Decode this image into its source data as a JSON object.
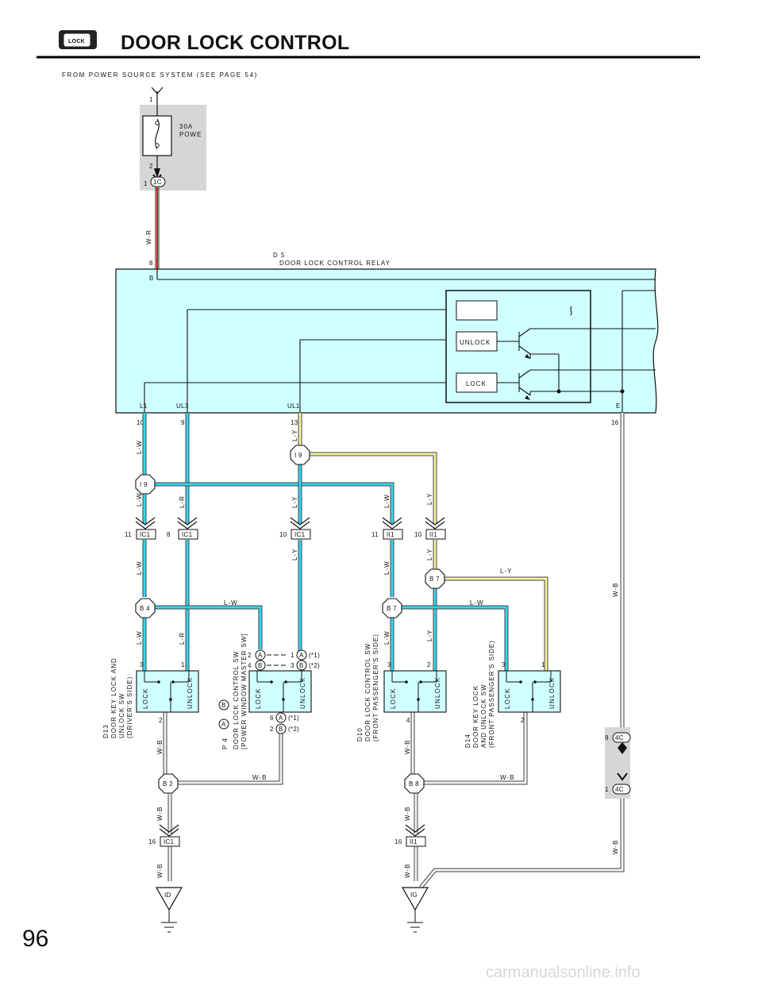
{
  "header": {
    "title": "DOOR LOCK CONTROL",
    "badge_text": "LOCK",
    "page_number": "96"
  },
  "source_note": "FROM POWER SOURCE SYSTEM (SEE PAGE 54)",
  "watermark": "carmanualsonline.info",
  "fuse": {
    "pin_top": "1",
    "pin_bottom": "2",
    "rating": "30A",
    "name": "POWE",
    "connector": "1C",
    "connector_pin": "1",
    "wire": "W-R"
  },
  "relay": {
    "id": "D 5",
    "name": "DOOR LOCK CONTROL RELAY",
    "pin_b_num": "8",
    "pin_b": "B",
    "unlock_label": "UNLOCK",
    "lock_label": "LOCK",
    "terminals": [
      {
        "name": "L1",
        "num": "10"
      },
      {
        "name": "UL3",
        "num": "9"
      },
      {
        "name": "UL1",
        "num": "13"
      },
      {
        "name": "E",
        "num": "16"
      }
    ]
  },
  "splices": {
    "i9a": "I 9",
    "i9b": "I 9",
    "b4": "B 4",
    "b7a": "B 7",
    "b7b": "B 7",
    "b2": "B 2",
    "b8": "B 8"
  },
  "connectors": {
    "ic1_11": {
      "num": "11",
      "name": "IC1"
    },
    "ic1_8": {
      "num": "8",
      "name": "IC1"
    },
    "ic1_10": {
      "num": "10",
      "name": "IC1"
    },
    "ii1_11": {
      "num": "11",
      "name": "II1"
    },
    "ii1_10": {
      "num": "10",
      "name": "II1"
    },
    "ic1_16": {
      "num": "16",
      "name": "IC1"
    },
    "ii1_16": {
      "num": "16",
      "name": "II1"
    },
    "c4c_9": {
      "num": "9",
      "name": "4C"
    },
    "c4c_1": {
      "num": "1",
      "name": "4C"
    }
  },
  "wires": {
    "lw": "L-W",
    "lr": "L-R",
    "ly": "L-Y",
    "wb": "W-B"
  },
  "switches": {
    "d13": {
      "id": "D13",
      "name1": "DOOR KEY LOCK AND",
      "name2": "UNLOCK SW",
      "name3": "(DRIVER'S SIDE)",
      "lock": "LOCK",
      "unlock": "UNLOCK",
      "pin_lock": "3",
      "pin_unlock": "1",
      "pin_gnd": "2"
    },
    "p4": {
      "id": "P 4",
      "conn_a": "A",
      "conn_b": "B",
      "name1": "DOOR LOCK CONTROL SW",
      "name2": "[POWER WINDOW MASTER SW]",
      "lock": "LOCK",
      "unlock": "UNLOCK",
      "pins_a": [
        "2",
        "1",
        "6"
      ],
      "pins_b": [
        "4",
        "3",
        "2"
      ],
      "note1": "(*1)",
      "note2": "(*2)"
    },
    "d10": {
      "id": "D10",
      "name1": "DOOR LOCK CONTROL SW",
      "name2": "(FRONT PASSENGER'S SIDE)",
      "lock": "LOCK",
      "unlock": "UNLOCK",
      "pin_lock": "3",
      "pin_unlock": "2",
      "pin_gnd": "4"
    },
    "d14": {
      "id": "D14",
      "name1": "DOOR KEY LOCK",
      "name2": "AND UNLOCK SW",
      "name3": "(FRONT PASSENGER'S SIDE)",
      "lock": "LOCK",
      "unlock": "UNLOCK",
      "pin_lock": "3",
      "pin_unlock": "1",
      "pin_gnd": "2"
    }
  },
  "grounds": {
    "left": "ID",
    "right": "IG"
  },
  "colors": {
    "relay_fill": "#cfffff",
    "blue_wire": "#33d6f0",
    "yellow_wire": "#f4f29a",
    "red_wire": "#d91f1f",
    "gray_box": "#d6d6d6",
    "title_rule": "#000000"
  }
}
